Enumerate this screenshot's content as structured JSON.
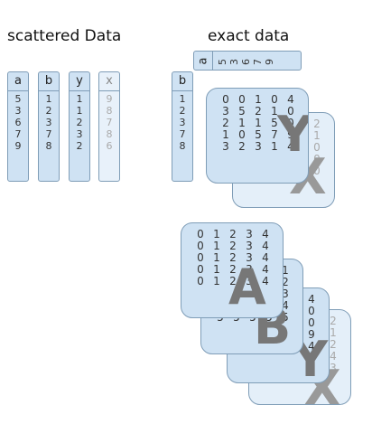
{
  "titles": {
    "left": "scattered Data",
    "right": "exact data"
  },
  "scattered": {
    "a": {
      "label": "a",
      "values": "5\n3\n6\n7\n9"
    },
    "b": {
      "label": "b",
      "values": "1\n2\n3\n7\n8"
    },
    "y": {
      "label": "y",
      "values": "1\n1\n2\n3\n2"
    },
    "x": {
      "label": "x",
      "values": "9\n8\n7\n8\n6"
    }
  },
  "exact": {
    "b": {
      "label": "b",
      "values": "1\n2\n3\n7\n8"
    },
    "a": {
      "label": "a",
      "values": [
        "5",
        "3",
        "6",
        "7",
        "9"
      ]
    }
  },
  "stack1": {
    "y_card": {
      "letter": "Y",
      "rows": [
        [
          "0",
          "0",
          "1",
          "0",
          "4"
        ],
        [
          "3",
          "5",
          "2",
          "1",
          "0"
        ],
        [
          "2",
          "1",
          "1",
          "5",
          "0"
        ],
        [
          "1",
          "0",
          "5",
          "7",
          "9"
        ],
        [
          "3",
          "2",
          "3",
          "1",
          "4"
        ]
      ]
    },
    "x_card": {
      "letter": "X",
      "rows": [
        [
          "",
          "",
          "",
          "",
          "2"
        ],
        [
          "",
          "",
          "",
          "",
          "1"
        ],
        [
          "",
          "",
          "",
          "",
          "0"
        ],
        [
          "",
          "",
          "",
          "",
          "0"
        ],
        [
          "",
          "",
          "",
          "",
          "0"
        ]
      ]
    }
  },
  "stack2": {
    "a_card": {
      "letter": "A",
      "rows": [
        [
          "0",
          "1",
          "2",
          "3",
          "4"
        ],
        [
          "0",
          "1",
          "2",
          "3",
          "4"
        ],
        [
          "0",
          "1",
          "2",
          "3",
          "4"
        ],
        [
          "0",
          "1",
          "2",
          "3",
          "4"
        ],
        [
          "0",
          "1",
          "2",
          "3",
          "4"
        ]
      ]
    },
    "b_card": {
      "letter": "B",
      "rows": [
        [
          "",
          "",
          "",
          "",
          "1"
        ],
        [
          "",
          "",
          "",
          "",
          "2"
        ],
        [
          "",
          "",
          "",
          "",
          "3"
        ],
        [
          "",
          "",
          "",
          "",
          "4"
        ],
        [
          "5",
          "5",
          "5",
          "5",
          "5"
        ]
      ]
    },
    "y_card": {
      "letter": "Y",
      "rows": [
        [
          "",
          "",
          "",
          "",
          "4"
        ],
        [
          "",
          "",
          "",
          "",
          "0"
        ],
        [
          "",
          "",
          "",
          "",
          "0"
        ],
        [
          "",
          "",
          "",
          "",
          "9"
        ],
        [
          "3",
          "2",
          "3",
          "1",
          "4"
        ]
      ]
    },
    "x_card": {
      "letter": "X",
      "rows": [
        [
          "",
          "",
          "",
          "",
          "2"
        ],
        [
          "",
          "",
          "",
          "",
          "1"
        ],
        [
          "",
          "",
          "",
          "",
          "2"
        ],
        [
          "",
          "",
          "",
          "",
          "4"
        ],
        [
          "",
          "",
          "",
          "",
          "3"
        ]
      ]
    }
  }
}
